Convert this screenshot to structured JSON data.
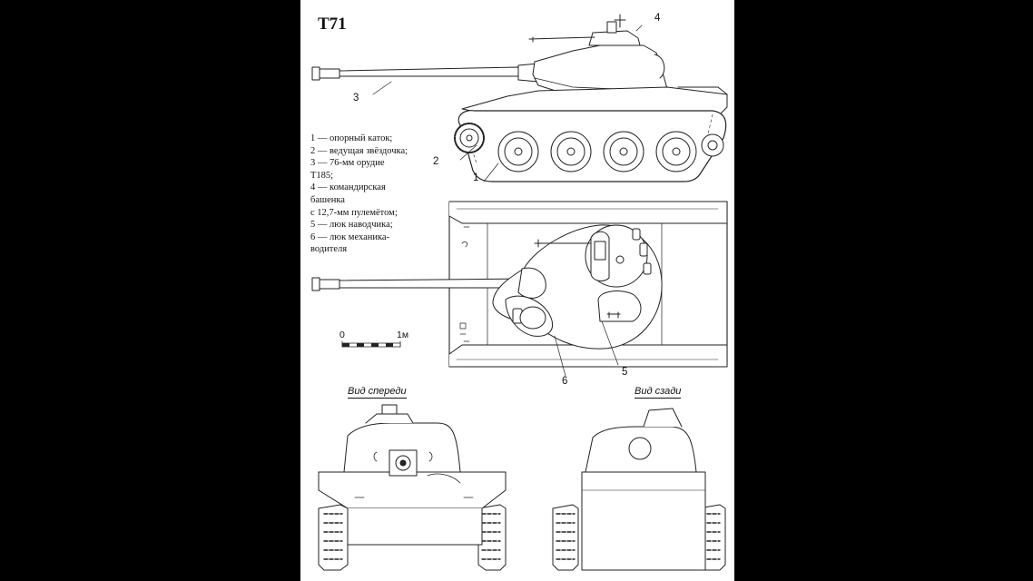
{
  "title": "Т71",
  "legend": [
    "1 — опорный каток;",
    "2 — ведущая звёздочка;",
    "3 — 76-мм орудие",
    "Т185;",
    "4 — командирская",
    "башенка",
    "с 12,7-мм пулемётом;",
    "5 — люк наводчика;",
    "6 — люк механика-",
    "водителя"
  ],
  "callouts": {
    "c1": "1",
    "c2": "2",
    "c3": "3",
    "c4": "4",
    "c5": "5",
    "c6": "6"
  },
  "scale": {
    "zero": "0",
    "one": "1м"
  },
  "views": {
    "front": "Вид спереди",
    "rear": "Вид сзади"
  }
}
